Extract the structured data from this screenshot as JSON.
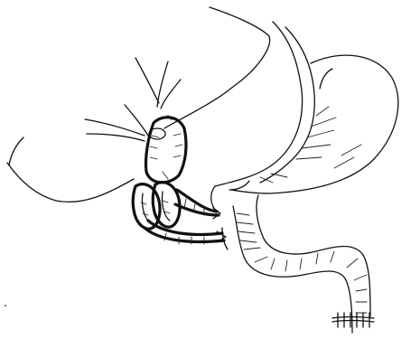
{
  "figure": {
    "background": "#ffffff",
    "ink": "#111111",
    "components": [
      "liver-outline",
      "gallbladder",
      "stomach",
      "duodenum",
      "jejunum",
      "bowel-coil",
      "anastomosis-sutures"
    ]
  }
}
